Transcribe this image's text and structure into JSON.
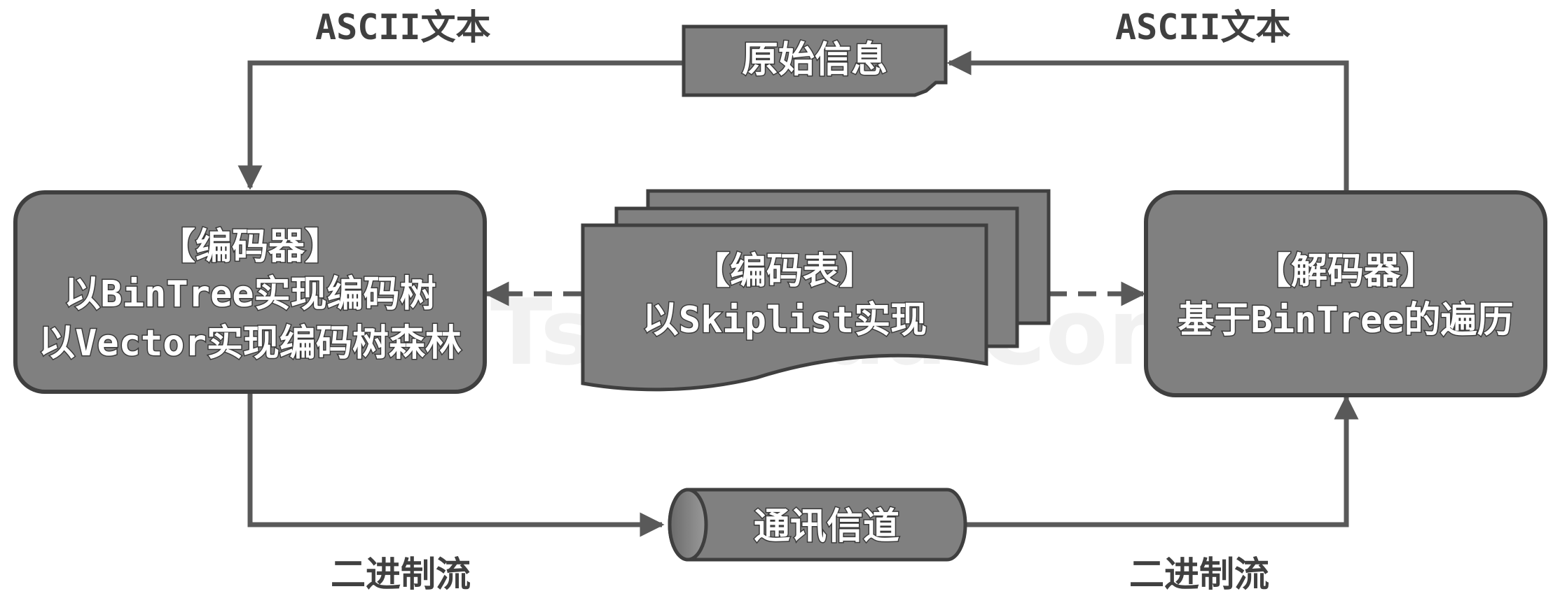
{
  "labels": {
    "top_left": "ASCII文本",
    "top_right": "ASCII文本",
    "bottom_left": "二进制流",
    "bottom_right": "二进制流"
  },
  "source": {
    "text": "原始信息"
  },
  "encoder": {
    "line1": "【编码器】",
    "line2": "以BinTree实现编码树",
    "line3": "以Vector实现编码树森林"
  },
  "table": {
    "line1": "【编码表】",
    "line2": "以Skiplist实现"
  },
  "decoder": {
    "line1": "【解码器】",
    "line2": "基于BinTree的遍历"
  },
  "channel": {
    "text": "通讯信道"
  },
  "watermark": "Tsinghua Computer",
  "colors": {
    "box_fill": "#808080",
    "box_stroke": "#3f3f3f",
    "arrow": "#595959",
    "label": "#404040"
  }
}
